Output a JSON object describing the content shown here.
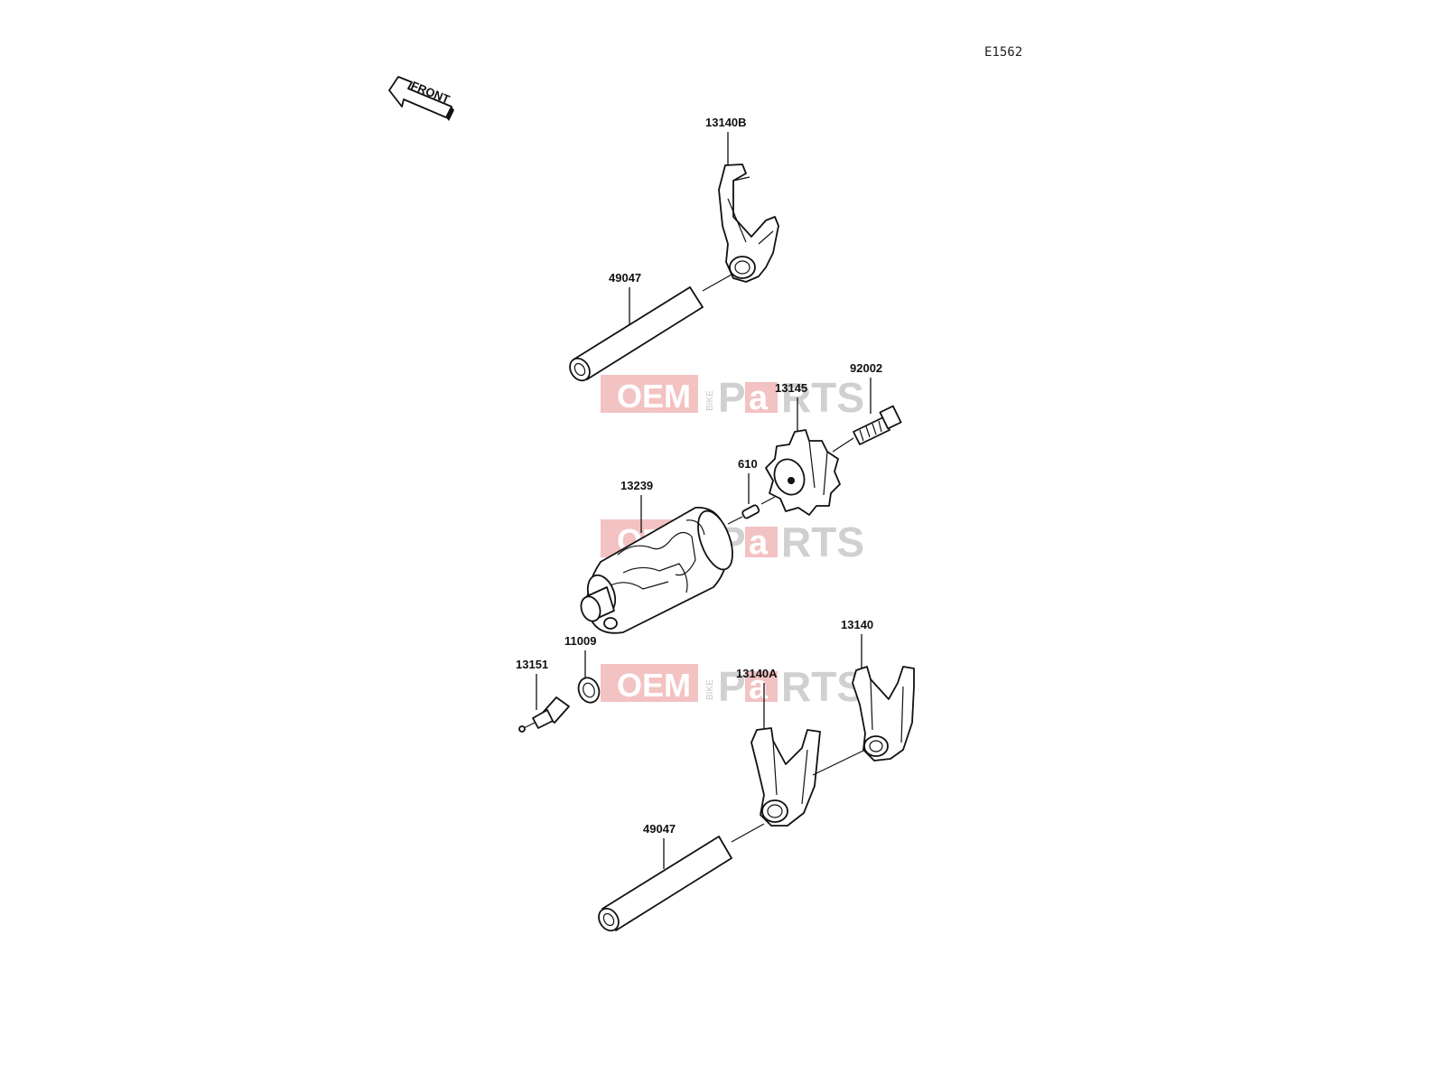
{
  "diagram": {
    "code": "E1562",
    "front_label": "FRONT",
    "watermark": {
      "oem": "OEM",
      "bike": "BIKE",
      "p": "P",
      "a": "a",
      "rts": "RTS"
    },
    "parts": {
      "fork_upper": "13140B",
      "shaft_upper": "49047",
      "bolt": "92002",
      "drum_cam": "13145",
      "pin": "610",
      "shift_drum": "13239",
      "fork_right": "13140",
      "washer": "11009",
      "switch": "13151",
      "fork_lower": "13140A",
      "shaft_lower": "49047"
    }
  }
}
